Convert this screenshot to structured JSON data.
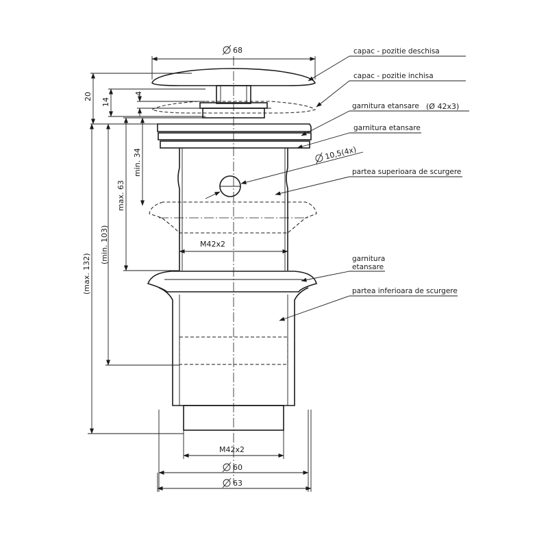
{
  "dimensions": {
    "cap_diameter": "68",
    "open_lift": "20",
    "closed_lift": "14",
    "gasket_thickness": "4",
    "min_upper": "min. 34",
    "max_upper": "max. 63",
    "min_total": "(min. 103)",
    "max_total": "(max. 132)",
    "hole": "10,5(4x)",
    "thread_upper": "M42x2",
    "thread_lower": "M42x2",
    "body_diameter": "60",
    "flange_diameter": "63"
  },
  "labels": {
    "cap_open": "capac - pozitie deschisa",
    "cap_closed": "capac - pozitie inchisa",
    "gasket_top": "garnitura etansare",
    "gasket_top_spec": "(Ø 42x3)",
    "gasket_second": "garnitura etansare",
    "upper_part": "partea superioara de scurgere",
    "gasket_lower_line1": "garnitura",
    "gasket_lower_line2": "etansare",
    "lower_part": "partea inferioara de scurgere"
  },
  "icons": {
    "diameter": "diameter-symbol-icon"
  },
  "colors": {
    "line": "#1a1a1a",
    "background": "#ffffff"
  }
}
